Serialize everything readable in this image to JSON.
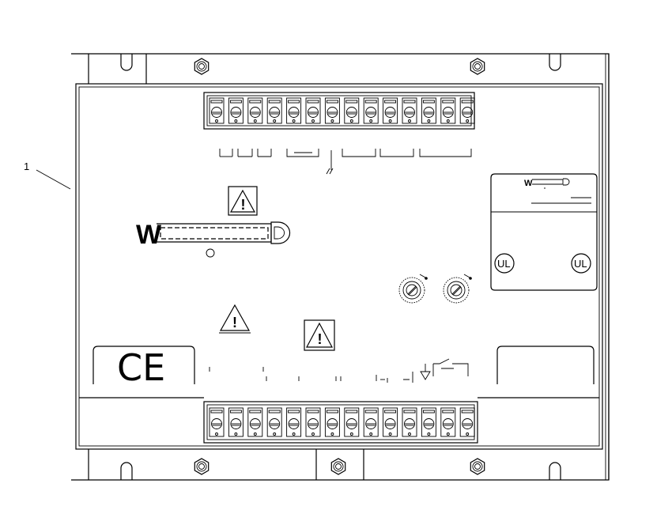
{
  "callout": {
    "label": "1"
  },
  "ce_mark": {
    "text": "CE"
  },
  "logo": {
    "letter": "W"
  },
  "ul_marks": [
    {
      "text": "UL"
    },
    {
      "text": "UL"
    }
  ],
  "warning_symbol": {
    "glyph": "!"
  },
  "terminal_strips": {
    "top_count": 14,
    "bottom_count": 14
  },
  "colors": {
    "line": "#000000",
    "background": "#ffffff"
  }
}
